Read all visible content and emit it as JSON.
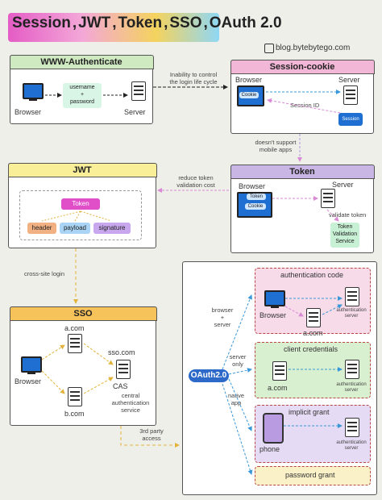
{
  "title": {
    "session": "Session",
    "jwt": "JWT",
    "token": "Token",
    "sso": "SSO",
    "oauth": "OAuth 2.0",
    "comma": ","
  },
  "blog": "blog.bytebytego.com",
  "www": {
    "title": "WWW-Authenticate",
    "browser": "Browser",
    "server": "Server",
    "creds": "username\n+\npassword"
  },
  "session": {
    "title": "Session-cookie",
    "browser": "Browser",
    "server": "Server",
    "cookie": "Cookie",
    "session_id": "Session ID",
    "session": "Session"
  },
  "notes": {
    "inability": "Inability to control\nthe login life cycle",
    "doesnt_support": "doesn't support\nmobile apps",
    "reduce": "reduce token\nvalidation cost",
    "cross_site": "cross-site login",
    "third_party": "3rd party\naccess"
  },
  "jwt": {
    "title": "JWT",
    "token": "Token",
    "header": "header",
    "payload": "payload",
    "signature": "signature"
  },
  "token": {
    "title": "Token",
    "browser": "Browser",
    "server": "Server",
    "cookie": "Cookie",
    "token_chip": "Token",
    "validate": "validate token",
    "validation_service": "Token\nValidation\nService"
  },
  "sso": {
    "title": "SSO",
    "browser": "Browser",
    "acom": "a.com",
    "bcom": "b.com",
    "ssocom": "sso.com",
    "cas": "CAS",
    "cas_desc": "central\nauthentication\nservice"
  },
  "oauth": {
    "center": "OAuth2.0",
    "bs": "browser\n+\nserver",
    "server_only": "server\nonly",
    "native": "native\napp",
    "auth_code": "authentication code",
    "browser": "Browser",
    "acom": "a.com",
    "auth_server": "authentication\nserver",
    "client_creds": "client credentials",
    "acom2": "a.com",
    "auth_server2": "authentication\nserver",
    "implicit": "implicit grant",
    "phone": "phone",
    "auth_server3": "authentication\nserver",
    "password": "password grant"
  }
}
